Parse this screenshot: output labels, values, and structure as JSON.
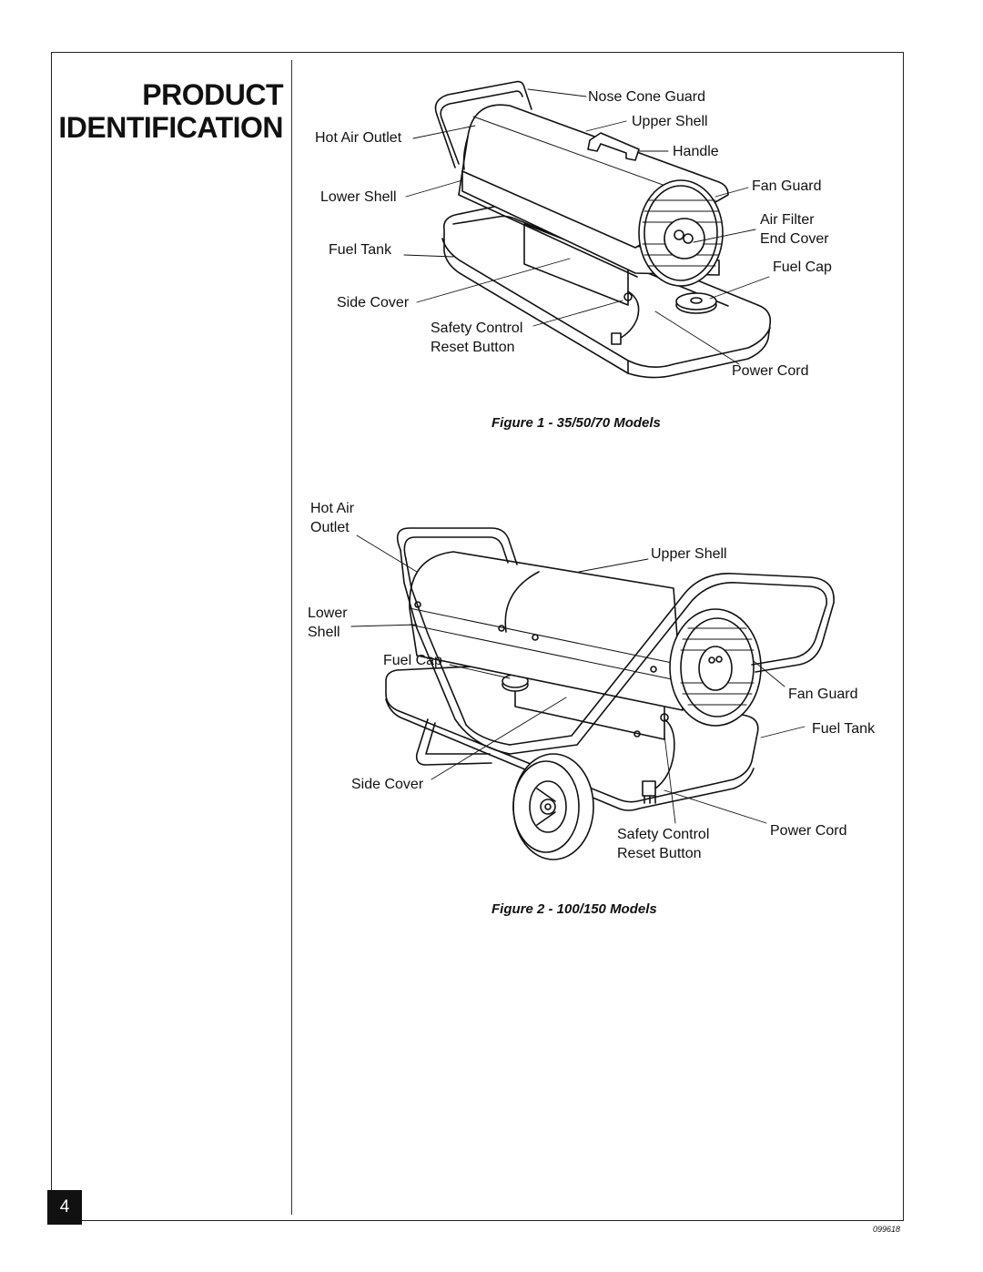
{
  "title": {
    "line1": "PRODUCT",
    "line2": "IDENTIFICATION"
  },
  "figure1": {
    "caption": "Figure 1 - 35/50/70 Models",
    "labels": {
      "nose_cone_guard": "Nose Cone Guard",
      "upper_shell": "Upper Shell",
      "hot_air_outlet": "Hot Air Outlet",
      "handle": "Handle",
      "fan_guard": "Fan Guard",
      "lower_shell": "Lower Shell",
      "air_filter_line1": "Air Filter",
      "air_filter_line2": "End Cover",
      "fuel_tank": "Fuel Tank",
      "fuel_cap": "Fuel Cap",
      "side_cover": "Side Cover",
      "safety_line1": "Safety Control",
      "safety_line2": "Reset Button",
      "power_cord": "Power Cord"
    }
  },
  "figure2": {
    "caption": "Figure 2 - 100/150 Models",
    "labels": {
      "hot_air_line1": "Hot Air",
      "hot_air_line2": "Outlet",
      "upper_shell": "Upper Shell",
      "lower_line1": "Lower",
      "lower_line2": "Shell",
      "fuel_cap": "Fuel Cap",
      "fan_guard": "Fan Guard",
      "fuel_tank": "Fuel Tank",
      "side_cover": "Side Cover",
      "safety_line1": "Safety Control",
      "safety_line2": "Reset Button",
      "power_cord": "Power Cord"
    }
  },
  "page_number": "4",
  "doc_code": "099618"
}
